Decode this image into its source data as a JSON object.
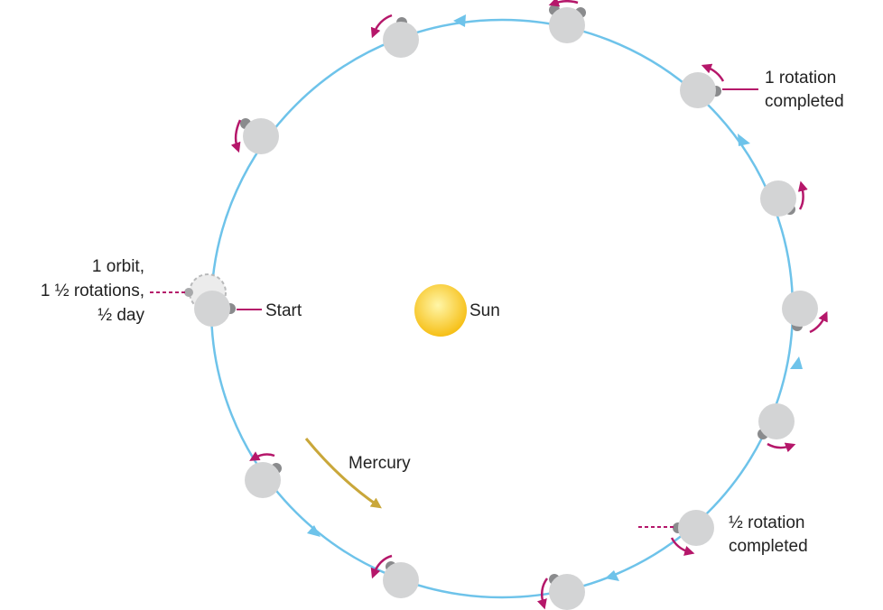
{
  "labels": {
    "sun": "Sun",
    "start": "Start",
    "mercury": "Mercury",
    "orbit_line1": "1 orbit,",
    "orbit_line2": "1 ½ rotations,",
    "orbit_line3": "½ day",
    "one_rotation_line1": "1 rotation",
    "one_rotation_line2": "completed",
    "half_rotation_line1": "½ rotation",
    "half_rotation_line2": "completed"
  },
  "colors": {
    "orbit": "#6ec3ea",
    "planet": "#d3d4d5",
    "planet_marker": "#8a8b8d",
    "rotation_arrow": "#b5176a",
    "label_line": "#b5176a",
    "motion_arrow": "#c9a73a",
    "sun_inner": "#fff6a8",
    "sun_outer": "#f6bf16"
  },
  "icons": {
    "planet": "mercury-planet-icon",
    "rotation": "curved-rotation-arrow-icon",
    "sun": "sun-icon"
  }
}
